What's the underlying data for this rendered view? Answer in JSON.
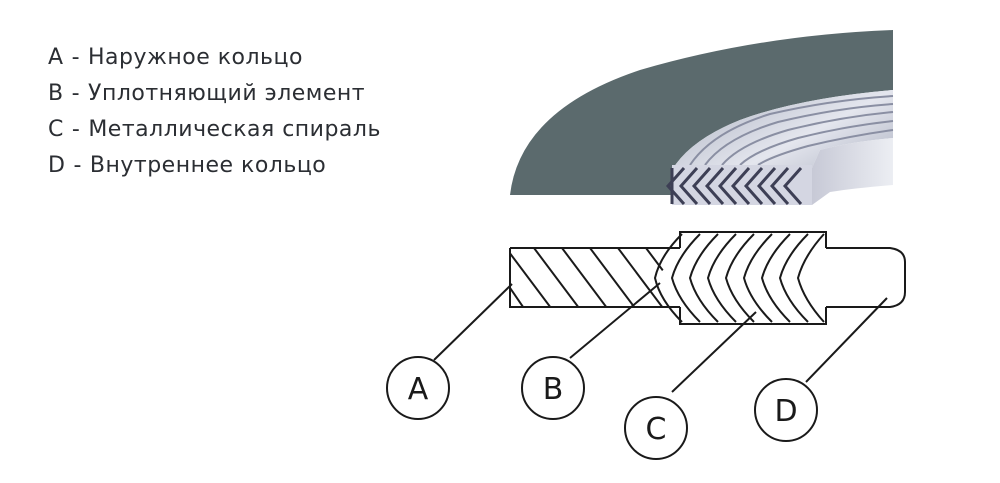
{
  "legend": [
    {
      "letter": "A",
      "sep": "-",
      "text": "Наружное кольцо"
    },
    {
      "letter": "B",
      "sep": "-",
      "text": "Уплотняющий элемент"
    },
    {
      "letter": "C",
      "sep": "-",
      "text": "Металлическая спираль"
    },
    {
      "letter": "D",
      "sep": "-",
      "text": "Внутреннее кольцо"
    }
  ],
  "callouts": {
    "a": "A",
    "b": "B",
    "c": "C",
    "d": "D"
  },
  "colors": {
    "outer_ring": "#5b6a6d",
    "spiral_light": "#d9dbe6",
    "spiral_dark": "#3d3f55",
    "line": "#1a1a1a"
  }
}
